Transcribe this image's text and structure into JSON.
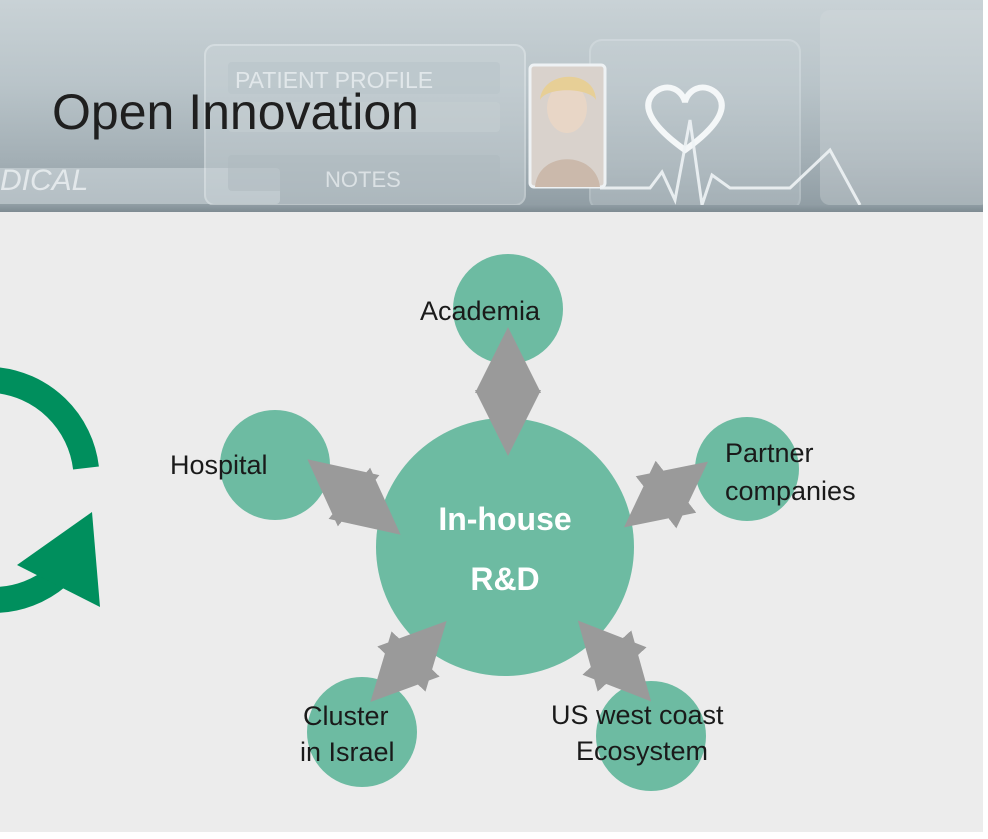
{
  "slide": {
    "title": "Open Innovation",
    "background_color": "#ececec",
    "node_color": "#6dbba2",
    "arrow_color": "#9a9a9a",
    "cycle_icon_color": "#008f5d"
  },
  "banner": {
    "image": "medical-patient-profile-photo",
    "texts": {
      "patient_profile": "PATIENT PROFILE",
      "notes": "NOTES",
      "medical": "DICAL"
    }
  },
  "diagram": {
    "center": {
      "line1": "In-house",
      "line2": "R&D"
    },
    "nodes": {
      "academia": "Academia",
      "partner_line1": "Partner",
      "partner_line2": "companies",
      "hospital": "Hospital",
      "cluster_line1": "Cluster",
      "cluster_line2": "in Israel",
      "us_line1": "US west coast",
      "us_line2": "Ecosystem"
    }
  }
}
